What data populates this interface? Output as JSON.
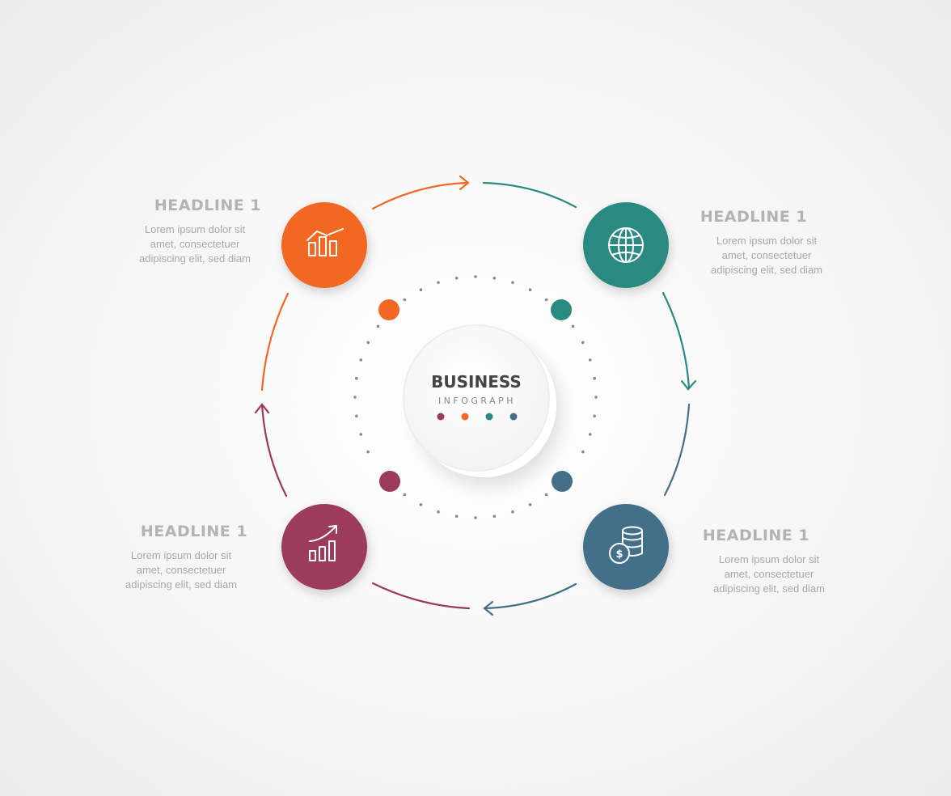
{
  "center": {
    "title": "BUSINESS",
    "subtitle": "INFOGRAPH"
  },
  "colors": {
    "orange": "#f26722",
    "teal": "#2a8a82",
    "plum": "#9c3a5c",
    "slate": "#437088"
  },
  "steps": [
    {
      "headline": "HEADLINE 1",
      "lines": [
        "Lorem ipsum dolor sit",
        "amet, consectetuer",
        "adipiscing elit, sed diam"
      ],
      "icon": "bar-chart-trend-icon",
      "color": "#f26722"
    },
    {
      "headline": "HEADLINE 1",
      "lines": [
        "Lorem ipsum dolor sit",
        "amet, consectetuer",
        "adipiscing elit, sed diam"
      ],
      "icon": "globe-icon",
      "color": "#2a8a82"
    },
    {
      "headline": "HEADLINE 1",
      "lines": [
        "Lorem ipsum dolor sit",
        "amet, consectetuer",
        "adipiscing elit, sed diam"
      ],
      "icon": "coins-dollar-icon",
      "color": "#437088"
    },
    {
      "headline": "HEADLINE 1",
      "lines": [
        "Lorem ipsum dolor sit",
        "amet, consectetuer",
        "adipiscing elit, sed diam"
      ],
      "icon": "growth-arrow-chart-icon",
      "color": "#9c3a5c"
    }
  ]
}
